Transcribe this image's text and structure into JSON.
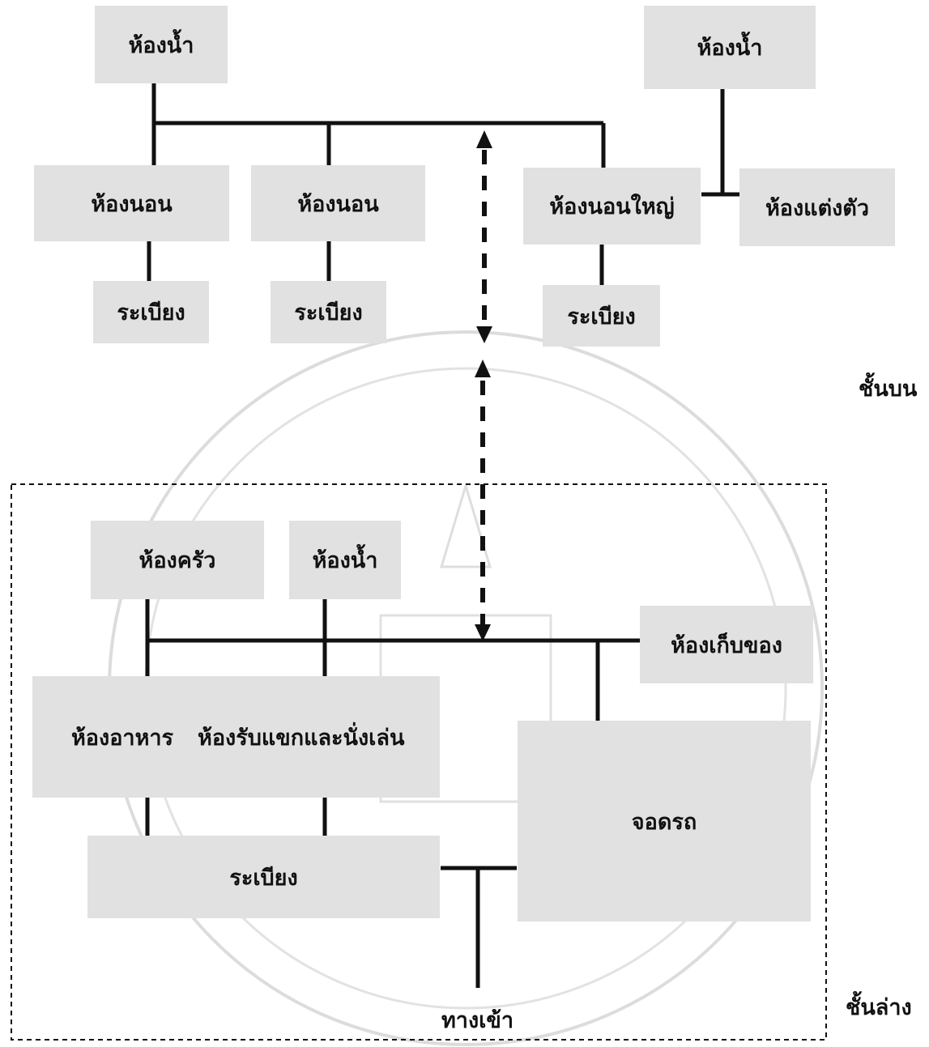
{
  "upper_floor": {
    "label": "ชั้นบน",
    "rooms": {
      "bath_left": "ห้องน้ำ",
      "bath_right": "ห้องน้ำ",
      "bedroom_1": "ห้องนอน",
      "bedroom_2": "ห้องนอน",
      "master_bedroom": "ห้องนอนใหญ่",
      "dressing_room": "ห้องแต่งตัว",
      "balcony_1": "ระเบียง",
      "balcony_2": "ระเบียง",
      "balcony_3": "ระเบียง"
    }
  },
  "lower_floor": {
    "label": "ชั้นล่าง",
    "rooms": {
      "kitchen": "ห้องครัว",
      "bath": "ห้องน้ำ",
      "storage": "ห้องเก็บของ",
      "dining": "ห้องอาหาร",
      "living": "ห้องรับแขกและนั่งเล่น",
      "garage": "จอดรถ",
      "terrace": "ระเบียง",
      "entrance": "ทางเข้า"
    }
  },
  "colors": {
    "box": "#e1e1e1",
    "line": "#111111",
    "watermark": "#d8d8d8"
  }
}
